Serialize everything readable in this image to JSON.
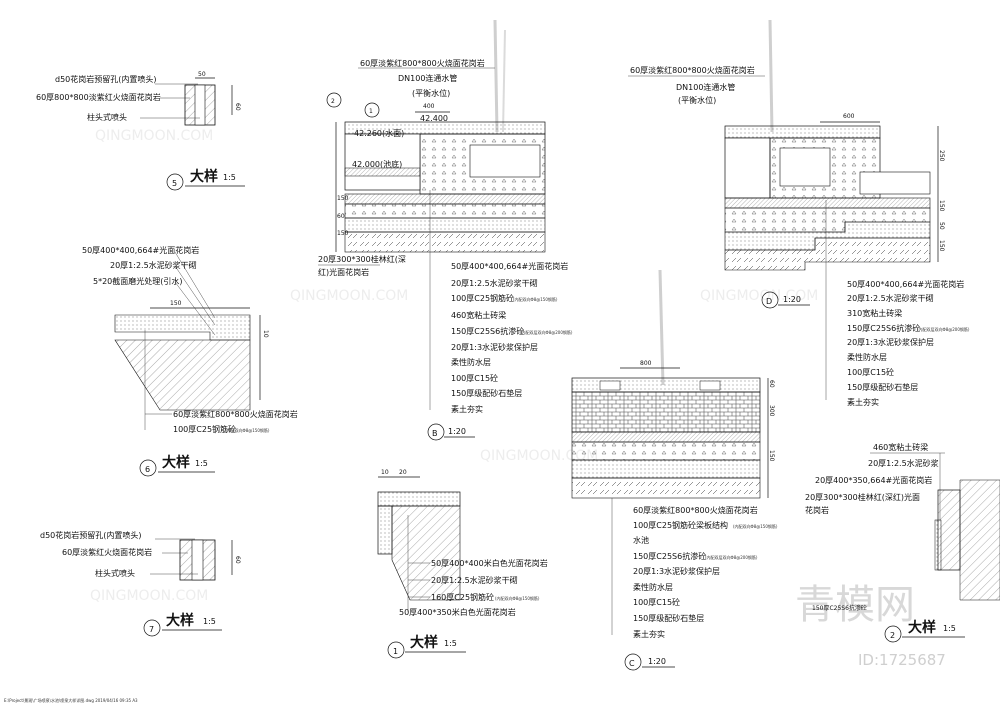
{
  "detail5": {
    "labels": [
      "d50花岗岩预留孔(内置喷头)",
      "60厚800*800淡紫红火烧面花岗岩",
      "柱头式喷头"
    ],
    "dims": [
      "50",
      "60"
    ],
    "num": "5",
    "title": "大样",
    "scale": "1:5"
  },
  "detail6": {
    "labels": [
      "50厚400*400,664#光面花岗岩",
      "20厚1:2.5水泥砂浆干砌",
      "5*20截面磨光处理(引水)"
    ],
    "bottom_labels": [
      "60厚淡紫红800*800火烧面花岗岩",
      "100厚C25钢筋砼"
    ],
    "bottom_note": "(内配双向Φ8@150钢筋)",
    "dims": [
      "150",
      "10"
    ],
    "num": "6",
    "title": "大样",
    "scale": "1:5"
  },
  "detail7": {
    "labels": [
      "d50花岗岩预留孔(内置喷头)",
      "60厚淡紫红火烧面花岗岩",
      "柱头式喷头"
    ],
    "dims": [
      "60"
    ],
    "num": "7",
    "title": "大样",
    "scale": "1:5"
  },
  "detailB": {
    "top_labels": [
      "60厚淡紫红800*800火烧面花岗岩",
      "DN100连通水管",
      "(平衡水位)"
    ],
    "levels": [
      "42.260(水面)",
      "42.400",
      "42.000(池底)",
      "42.400"
    ],
    "markers": [
      "2",
      "1"
    ],
    "dims": [
      "400",
      "400",
      "150",
      "60",
      "150",
      "150"
    ],
    "left_label_1": "20厚300*300桂林红(深",
    "left_label_2": "红)光面花岗岩",
    "layers": [
      "50厚400*400,664#光面花岗岩",
      "20厚1:2.5水泥砂浆干砌",
      "100厚C25钢筋砼",
      "460宽粘土砖梁",
      "150厚C25S6抗渗砼",
      "20厚1:3水泥砂浆保护层",
      "柔性防水层",
      "100厚C15砼",
      "150厚级配砂石垫层",
      "素土夯实"
    ],
    "notes": [
      "(内配双向Φ8@150钢筋)",
      "(内配双层双向Φ8@200钢筋)"
    ],
    "num": "B",
    "scale": "1:20"
  },
  "detailD": {
    "top_labels": [
      "60厚淡紫红800*800火烧面花岗岩",
      "DN100连通水管",
      "(平衡水位)"
    ],
    "dims": [
      "600",
      "250",
      "150",
      "50",
      "150"
    ],
    "layers": [
      "50厚400*400,664#光面花岗岩",
      "20厚1:2.5水泥砂浆干砌",
      "310宽粘土砖梁",
      "150厚C25S6抗渗砼",
      "20厚1:3水泥砂浆保护层",
      "柔性防水层",
      "100厚C15砼",
      "150厚级配砂石垫层",
      "素土夯实"
    ],
    "notes": [
      "(内配双层双向Φ8@200钢筋)"
    ],
    "num": "D",
    "scale": "1:20"
  },
  "detailC": {
    "dims": [
      "800",
      "60",
      "300",
      "150"
    ],
    "layers": [
      "60厚淡紫红800*800火烧面花岗岩",
      "100厚C25钢筋砼梁板结构",
      "水池",
      "150厚C25S6抗渗砼",
      "20厚1:3水泥砂浆保护层",
      "柔性防水层",
      "100厚C15砼",
      "150厚级配砂石垫层",
      "素土夯实"
    ],
    "notes": [
      "(内配双向Φ8@150钢筋)",
      "(内配双层双向Φ8@200钢筋)"
    ],
    "num": "C",
    "scale": "1:20"
  },
  "detail1": {
    "dims": [
      "10",
      "20"
    ],
    "labels": [
      "50厚400*400米白色光面花岗岩",
      "20厚1:2.5水泥砂浆干砌",
      "160厚C25钢筋砼",
      "50厚400*350米白色光面花岗岩"
    ],
    "note": "(内配双向Φ8@150钢筋)",
    "num": "1",
    "title": "大样",
    "scale": "1:5"
  },
  "detail2": {
    "labels": [
      "460宽粘土砖梁",
      "20厚1:2.5水泥砂浆",
      "20厚400*350,664#光面花岗岩",
      "20厚300*300桂林红(深红)光面",
      "花岗岩"
    ],
    "partial": "150厚C25S6抗渗砼",
    "num": "2",
    "title": "大样",
    "scale": "1:5"
  },
  "watermark": {
    "logo": "青模网",
    "id": "ID:1725687",
    "brand": "QINGMOON.COM"
  },
  "footer": "E:\\Project\\景观\\广场喷泉\\水池\\喷泉大样详图.dwg  2019/04/16 09:35 A3"
}
